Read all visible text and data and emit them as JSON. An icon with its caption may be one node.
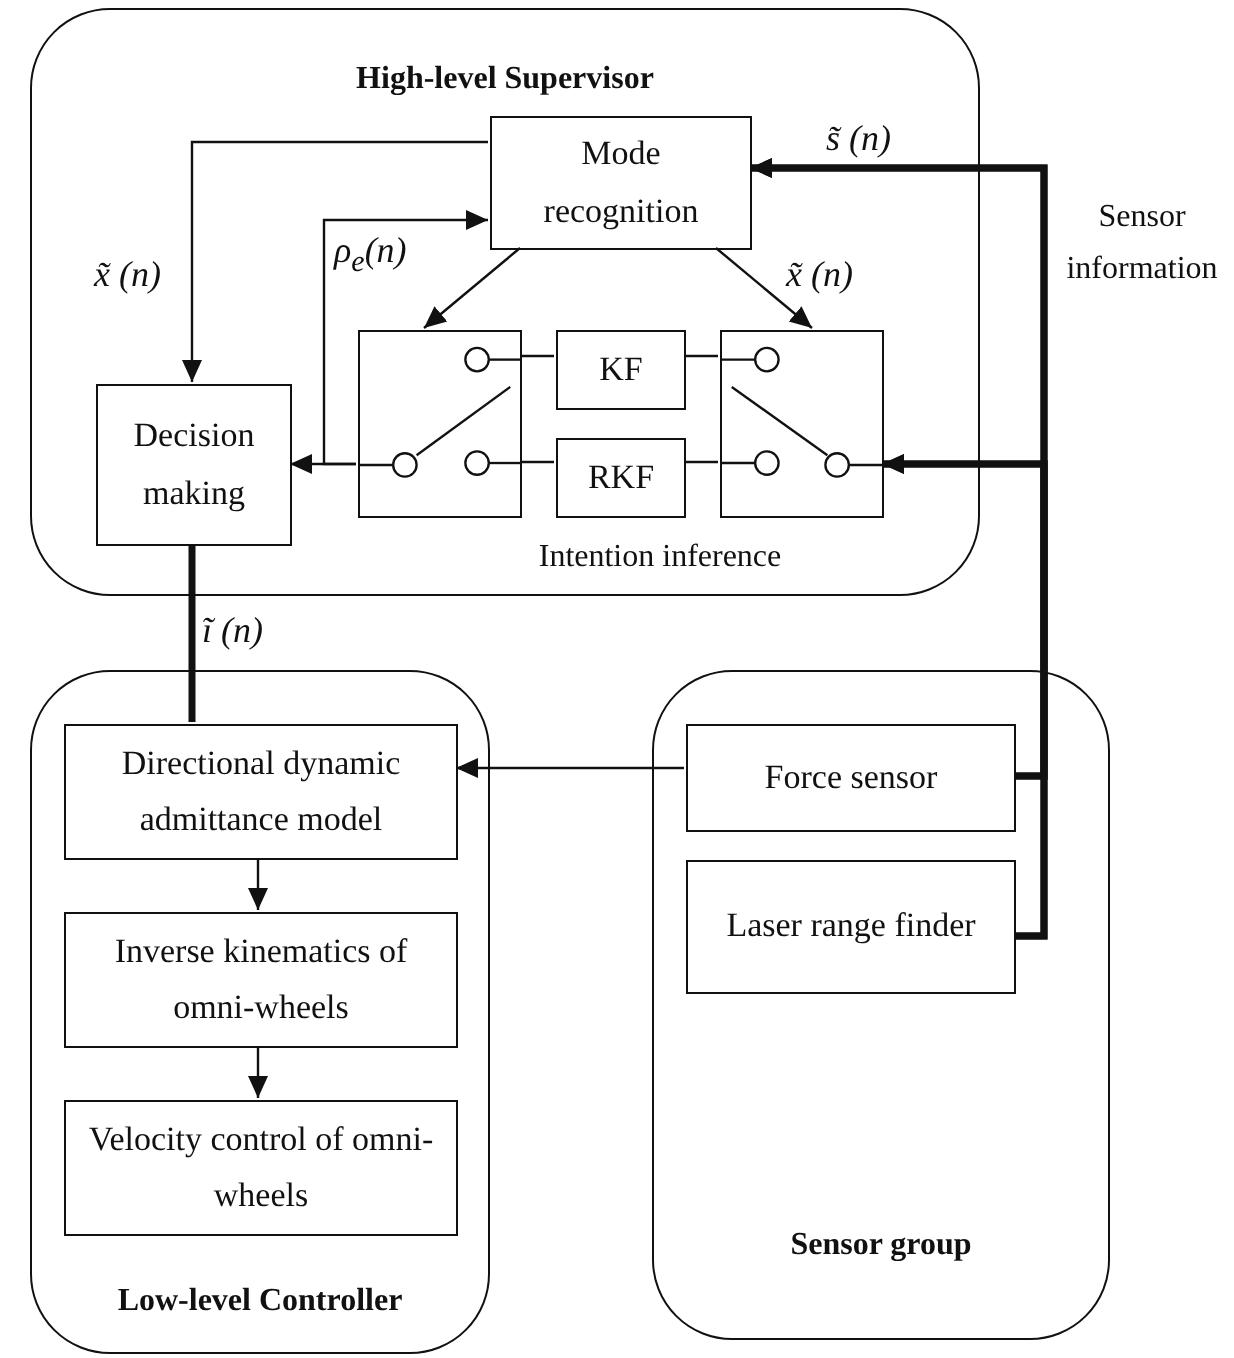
{
  "diagram": {
    "nodes": [
      {
        "text": [
          "High-level Supervisor"
        ]
      },
      {
        "text": [
          "Mode recognition"
        ],
        "in": 0
      },
      {
        "text": [
          "Decision making"
        ],
        "in": 0
      },
      {
        "text": [],
        "shape": "box",
        "in": 0
      },
      {
        "text": [
          "KF"
        ],
        "in": 0
      },
      {
        "text": [
          "RKF"
        ],
        "in": 0
      },
      {
        "text": [],
        "shape": "box",
        "in": 0
      },
      {
        "text": [
          "Low-level Controller"
        ]
      },
      {
        "text": [
          "Directional dynamic admittance model"
        ],
        "in": 7
      },
      {
        "text": [
          "Inverse kinematics of omni-wheels"
        ],
        "in": 7
      },
      {
        "text": [
          "Velocity control of omni-wheels"
        ],
        "in": 7
      },
      {
        "text": [
          "Sensor group"
        ]
      },
      {
        "text": [
          "Force sensor"
        ],
        "in": 11
      },
      {
        "text": [
          "Laser range finder"
        ],
        "in": 11
      }
    ],
    "edges": [
      {
        "from": 1,
        "to": 2,
        "arrow": "to",
        "label": "x̃ (n)"
      },
      {
        "from": 1,
        "to": 3,
        "arrow": "to"
      },
      {
        "from": 1,
        "to": 6,
        "arrow": "to",
        "label": "x̃ (n)"
      },
      {
        "from": 3,
        "to": 2,
        "arrow": "to"
      },
      {
        "from": 3,
        "to": 1,
        "arrow": "to",
        "label": "ρ$_{e}$(n)"
      },
      {
        "from": 3,
        "to": 4,
        "arrow": "none"
      },
      {
        "from": 3,
        "to": 5,
        "arrow": "none"
      },
      {
        "from": 4,
        "to": 6,
        "arrow": "none"
      },
      {
        "from": 5,
        "to": 6,
        "arrow": "none"
      },
      {
        "from": 12,
        "to": 1,
        "arrow": "to",
        "style": "thick",
        "label": "s̃ (n)"
      },
      {
        "from": 13,
        "to": 1,
        "arrow": "to",
        "style": "thick"
      },
      {
        "from": 12,
        "to": 6,
        "arrow": "to",
        "style": "thick"
      },
      {
        "from": 13,
        "to": 6,
        "arrow": "to",
        "style": "thick"
      },
      {
        "from": 2,
        "to": 8,
        "arrow": "none",
        "style": "thick",
        "label": "ĩ (n)"
      },
      {
        "from": 12,
        "to": 8,
        "arrow": "to"
      },
      {
        "from": 8,
        "to": 9,
        "arrow": "to"
      },
      {
        "from": 9,
        "to": 10,
        "arrow": "to"
      }
    ],
    "labels": [
      "Intention inference",
      "Sensor information"
    ]
  }
}
